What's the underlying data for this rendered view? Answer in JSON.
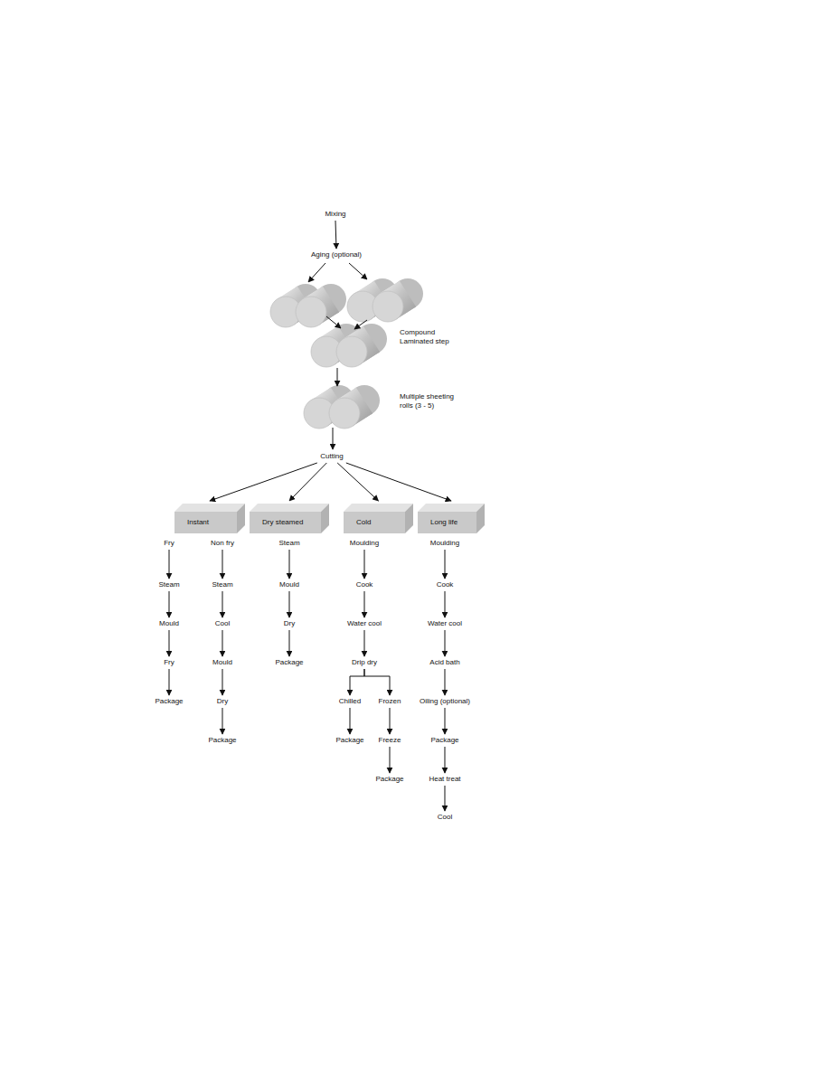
{
  "diagram": {
    "nodes": [
      {
        "text": [
          "Mixing"
        ]
      },
      {
        "text": [
          "Aging (optional)"
        ]
      },
      {
        "text": [
          "Cutting"
        ]
      },
      {
        "text": [
          "Instant"
        ]
      },
      {
        "text": [
          "Dry steamed"
        ]
      },
      {
        "text": [
          "Cold"
        ]
      },
      {
        "text": [
          "Long life"
        ]
      },
      {
        "text": [
          "Fry"
        ]
      },
      {
        "text": [
          "Steam"
        ]
      },
      {
        "text": [
          "Mould"
        ]
      },
      {
        "text": [
          "Fry"
        ]
      },
      {
        "text": [
          "Package"
        ]
      },
      {
        "text": [
          "Non fry"
        ]
      },
      {
        "text": [
          "Steam"
        ]
      },
      {
        "text": [
          "Cool"
        ]
      },
      {
        "text": [
          "Mould"
        ]
      },
      {
        "text": [
          "Dry"
        ]
      },
      {
        "text": [
          "Package"
        ]
      },
      {
        "text": [
          "Steam"
        ]
      },
      {
        "text": [
          "Mould"
        ]
      },
      {
        "text": [
          "Dry"
        ]
      },
      {
        "text": [
          "Package"
        ]
      },
      {
        "text": [
          "Moulding"
        ]
      },
      {
        "text": [
          "Cook"
        ]
      },
      {
        "text": [
          "Water cool"
        ]
      },
      {
        "text": [
          "Drip dry"
        ]
      },
      {
        "text": [
          "Chilled"
        ]
      },
      {
        "text": [
          "Package"
        ]
      },
      {
        "text": [
          "Frozen"
        ]
      },
      {
        "text": [
          "Freeze"
        ]
      },
      {
        "text": [
          "Package"
        ]
      },
      {
        "text": [
          "Moulding"
        ]
      },
      {
        "text": [
          "Cook"
        ]
      },
      {
        "text": [
          "Water cool"
        ]
      },
      {
        "text": [
          "Acid bath"
        ]
      },
      {
        "text": [
          "Oiling (optional)"
        ]
      },
      {
        "text": [
          "Package"
        ]
      },
      {
        "text": [
          "Heat treat"
        ]
      },
      {
        "text": [
          "Cool"
        ]
      }
    ],
    "edges": [
      {
        "from": 0,
        "to": 1,
        "arrow": "to"
      },
      {
        "from": 2,
        "to": 3,
        "arrow": "to"
      },
      {
        "from": 2,
        "to": 4,
        "arrow": "to"
      },
      {
        "from": 2,
        "to": 5,
        "arrow": "to"
      },
      {
        "from": 2,
        "to": 6,
        "arrow": "to"
      },
      {
        "from": 7,
        "to": 8,
        "arrow": "to"
      },
      {
        "from": 8,
        "to": 9,
        "arrow": "to"
      },
      {
        "from": 9,
        "to": 10,
        "arrow": "to"
      },
      {
        "from": 10,
        "to": 11,
        "arrow": "to"
      },
      {
        "from": 12,
        "to": 13,
        "arrow": "to"
      },
      {
        "from": 13,
        "to": 14,
        "arrow": "to"
      },
      {
        "from": 14,
        "to": 15,
        "arrow": "to"
      },
      {
        "from": 15,
        "to": 16,
        "arrow": "to"
      },
      {
        "from": 16,
        "to": 17,
        "arrow": "to"
      },
      {
        "from": 18,
        "to": 19,
        "arrow": "to"
      },
      {
        "from": 19,
        "to": 20,
        "arrow": "to"
      },
      {
        "from": 20,
        "to": 21,
        "arrow": "to"
      },
      {
        "from": 22,
        "to": 23,
        "arrow": "to"
      },
      {
        "from": 23,
        "to": 24,
        "arrow": "to"
      },
      {
        "from": 24,
        "to": 25,
        "arrow": "to"
      },
      {
        "from": 25,
        "to": 26,
        "arrow": "to"
      },
      {
        "from": 25,
        "to": 28,
        "arrow": "to"
      },
      {
        "from": 26,
        "to": 27,
        "arrow": "to"
      },
      {
        "from": 28,
        "to": 29,
        "arrow": "to"
      },
      {
        "from": 29,
        "to": 30,
        "arrow": "to"
      },
      {
        "from": 31,
        "to": 32,
        "arrow": "to"
      },
      {
        "from": 32,
        "to": 33,
        "arrow": "to"
      },
      {
        "from": 33,
        "to": 34,
        "arrow": "to"
      },
      {
        "from": 34,
        "to": 35,
        "arrow": "to"
      },
      {
        "from": 35,
        "to": 36,
        "arrow": "to"
      },
      {
        "from": 36,
        "to": 37,
        "arrow": "to"
      },
      {
        "from": 37,
        "to": 38,
        "arrow": "to"
      }
    ],
    "labels": [
      "Compound Laminated step",
      "Multiple sheeting rolls (3 - 5)"
    ]
  }
}
